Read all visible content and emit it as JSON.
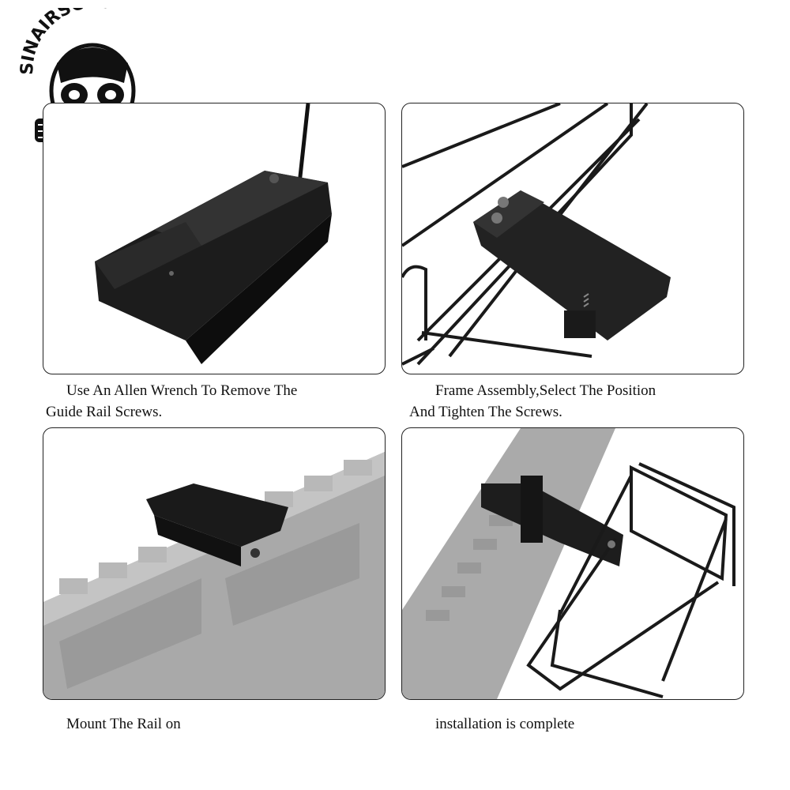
{
  "brand": {
    "name": "SINAIRSOFT",
    "icon": "gas-mask-skull-icon"
  },
  "steps": [
    {
      "caption_line1": "Use An Allen Wrench To Remove The",
      "caption_line2": "Guide Rail Screws."
    },
    {
      "caption_line1": "Frame Assembly,Select The Position",
      "caption_line2": "And Tighten The Screws."
    },
    {
      "caption_line1": "Mount The Rail on",
      "caption_line2": ""
    },
    {
      "caption_line1": "installation is complete",
      "caption_line2": ""
    }
  ]
}
